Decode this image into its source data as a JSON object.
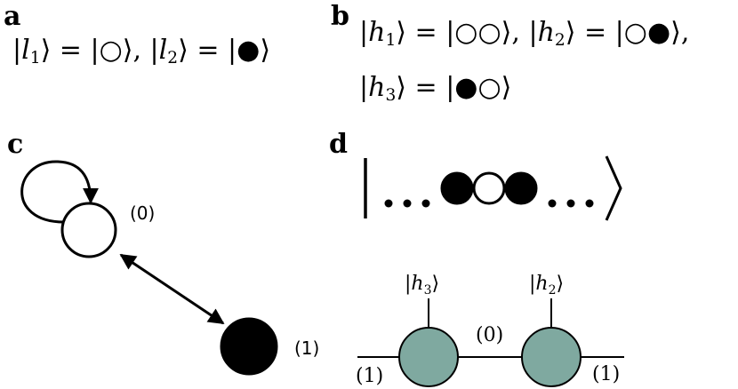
{
  "panels": {
    "a": {
      "label": "a"
    },
    "b": {
      "label": "b"
    },
    "c": {
      "label": "c"
    },
    "d": {
      "label": "d"
    }
  },
  "panel_a": {
    "l1": {
      "sym": "l",
      "sub": "1",
      "value": "|○⟩"
    },
    "l2": {
      "sym": "l",
      "sub": "2",
      "value": "|●⟩"
    }
  },
  "panel_b": {
    "h1": {
      "sym": "h",
      "sub": "1",
      "value": "|○○⟩"
    },
    "h2": {
      "sym": "h",
      "sub": "2",
      "value": "|○●⟩"
    },
    "h3": {
      "sym": "h",
      "sub": "3",
      "value": "|●○⟩"
    }
  },
  "panel_c": {
    "states": [
      {
        "fill": "#ffffff",
        "label": "(0)"
      },
      {
        "fill": "#000000",
        "label": "(1)"
      }
    ]
  },
  "panel_d": {
    "chain": [
      "dots",
      "filled",
      "empty",
      "filled",
      "dots"
    ],
    "tensors": [
      {
        "ket_sym": "h",
        "ket_sub": "3"
      },
      {
        "ket_sym": "h",
        "ket_sub": "2"
      }
    ],
    "bond_labels": {
      "left": "(1)",
      "middle": "(0)",
      "right": "(1)"
    },
    "colors": {
      "tensor_fill": "#7fa9a0",
      "filled": "#000000",
      "empty": "#ffffff"
    }
  }
}
